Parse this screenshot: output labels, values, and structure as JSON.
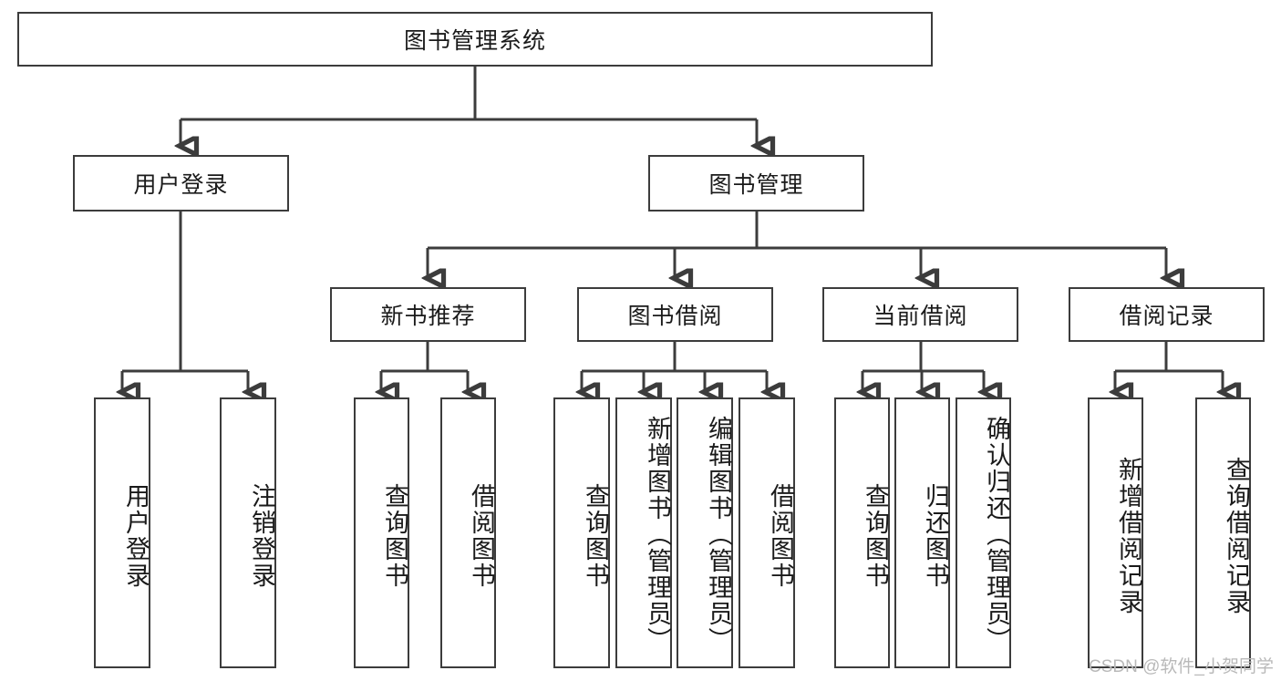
{
  "diagram": {
    "type": "tree",
    "title": "图书管理系统",
    "watermark": "CSDN @软件_小贺同学",
    "colors": {
      "stroke": "#3c3c3c",
      "background": "#ffffff",
      "text": "#1a1a1a",
      "watermark": "#b9b9b9"
    },
    "root": {
      "label": "图书管理系统"
    },
    "level2": [
      {
        "label": "用户登录"
      },
      {
        "label": "图书管理"
      }
    ],
    "level3": [
      {
        "label": "新书推荐"
      },
      {
        "label": "图书借阅"
      },
      {
        "label": "当前借阅"
      },
      {
        "label": "借阅记录"
      }
    ],
    "leaves": {
      "user_login": [
        {
          "label": "用户登录"
        },
        {
          "label": "注销登录"
        }
      ],
      "new_book_recommend": [
        {
          "label": "查询图书"
        },
        {
          "label": "借阅图书"
        }
      ],
      "book_borrow": [
        {
          "label": "查询图书"
        },
        {
          "label": "新增图书（管理员）"
        },
        {
          "label": "编辑图书（管理员）"
        },
        {
          "label": "借阅图书"
        }
      ],
      "current_borrow": [
        {
          "label": "查询图书"
        },
        {
          "label": "归还图书"
        },
        {
          "label": "确认归还（管理员）"
        }
      ],
      "borrow_record": [
        {
          "label": "新增借阅记录"
        },
        {
          "label": "查询借阅记录"
        }
      ]
    }
  }
}
